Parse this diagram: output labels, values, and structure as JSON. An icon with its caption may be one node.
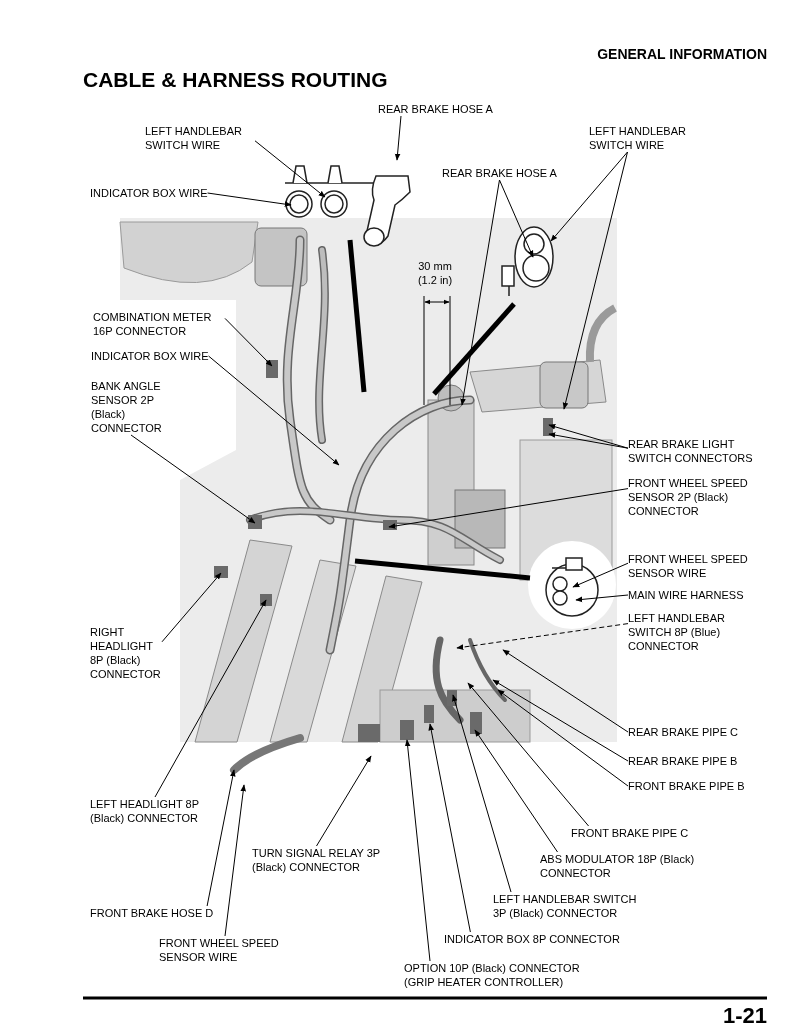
{
  "diagram": {
    "title": "CABLE & HARNESS ROUTING",
    "nodes": [
      {
        "text": [
          "LEFT HANDLEBAR SWITCH WIRE"
        ]
      },
      {
        "text": [
          "REAR BRAKE HOSE A"
        ]
      },
      {
        "text": [
          "INDICATOR BOX WIRE"
        ]
      },
      {
        "text": [
          "LEFT HANDLEBAR SWITCH WIRE"
        ]
      },
      {
        "text": [
          "REAR BRAKE HOSE A"
        ]
      },
      {
        "text": [
          "COMBINATION METER 16P CONNECTOR"
        ]
      },
      {
        "text": [
          "INDICATOR BOX WIRE"
        ]
      },
      {
        "text": [
          "BANK ANGLE SENSOR 2P (Black) CONNECTOR"
        ]
      },
      {
        "text": [
          "REAR BRAKE LIGHT SWITCH CONNECTORS"
        ]
      },
      {
        "text": [
          "FRONT WHEEL SPEED SENSOR 2P (Black) CONNECTOR"
        ]
      },
      {
        "text": [
          "FRONT WHEEL SPEED SENSOR WIRE"
        ]
      },
      {
        "text": [
          "MAIN WIRE HARNESS"
        ]
      },
      {
        "text": [
          "LEFT HANDLEBAR SWITCH 8P (Blue) CONNECTOR"
        ]
      },
      {
        "text": [
          "RIGHT HEADLIGHT 8P (Black) CONNECTOR"
        ]
      },
      {
        "text": [
          "REAR BRAKE PIPE C"
        ]
      },
      {
        "text": [
          "REAR BRAKE PIPE B"
        ]
      },
      {
        "text": [
          "FRONT BRAKE PIPE B"
        ]
      },
      {
        "text": [
          "LEFT HEADLIGHT 8P (Black) CONNECTOR"
        ]
      },
      {
        "text": [
          "FRONT BRAKE PIPE C"
        ]
      },
      {
        "text": [
          "ABS MODULATOR 18P (Black) CONNECTOR"
        ]
      },
      {
        "text": [
          "TURN SIGNAL RELAY 3P (Black) CONNECTOR"
        ]
      },
      {
        "text": [
          "LEFT HANDLEBAR SWITCH 3P (Black) CONNECTOR"
        ]
      },
      {
        "text": [
          "FRONT BRAKE HOSE D"
        ]
      },
      {
        "text": [
          "INDICATOR BOX 8P CONNECTOR"
        ]
      },
      {
        "text": [
          "FRONT WHEEL SPEED SENSOR WIRE"
        ]
      },
      {
        "text": [
          "OPTION 10P (Black) CONNECTOR (GRIP HEATER CONTROLLER)"
        ]
      }
    ],
    "edges": [
      {
        "from": 0,
        "to": null,
        "arrow": "to"
      },
      {
        "from": 1,
        "to": null,
        "arrow": "to"
      },
      {
        "from": 2,
        "to": null,
        "arrow": "to"
      },
      {
        "from": 3,
        "to": null,
        "arrow": "to"
      },
      {
        "from": 3,
        "to": null,
        "arrow": "to"
      },
      {
        "from": 4,
        "to": null,
        "arrow": "to"
      },
      {
        "from": 4,
        "to": null,
        "arrow": "to"
      },
      {
        "from": 5,
        "to": null,
        "arrow": "to"
      },
      {
        "from": 6,
        "to": null,
        "arrow": "to"
      },
      {
        "from": 7,
        "to": null,
        "arrow": "to"
      },
      {
        "from": 8,
        "to": null,
        "arrow": "to"
      },
      {
        "from": 8,
        "to": null,
        "arrow": "to"
      },
      {
        "from": 9,
        "to": null,
        "arrow": "to"
      },
      {
        "from": 10,
        "to": null,
        "arrow": "to"
      },
      {
        "from": 11,
        "to": null,
        "arrow": "to"
      },
      {
        "from": 12,
        "to": null,
        "arrow": "to",
        "style": "dashed"
      },
      {
        "from": 13,
        "to": null,
        "arrow": "to"
      },
      {
        "from": 14,
        "to": null,
        "arrow": "to"
      },
      {
        "from": 15,
        "to": null,
        "arrow": "to"
      },
      {
        "from": 16,
        "to": null,
        "arrow": "to"
      },
      {
        "from": 17,
        "to": null,
        "arrow": "to"
      },
      {
        "from": 18,
        "to": null,
        "arrow": "to"
      },
      {
        "from": 19,
        "to": null,
        "arrow": "to"
      },
      {
        "from": 20,
        "to": null,
        "arrow": "to"
      },
      {
        "from": 21,
        "to": null,
        "arrow": "to"
      },
      {
        "from": 22,
        "to": null,
        "arrow": "to"
      },
      {
        "from": 23,
        "to": null,
        "arrow": "to"
      },
      {
        "from": 24,
        "to": null,
        "arrow": "to"
      },
      {
        "from": 25,
        "to": null,
        "arrow": "to"
      }
    ],
    "labels": [
      "GENERAL INFORMATION",
      "30 mm (1.2 in)",
      "1-21"
    ]
  }
}
